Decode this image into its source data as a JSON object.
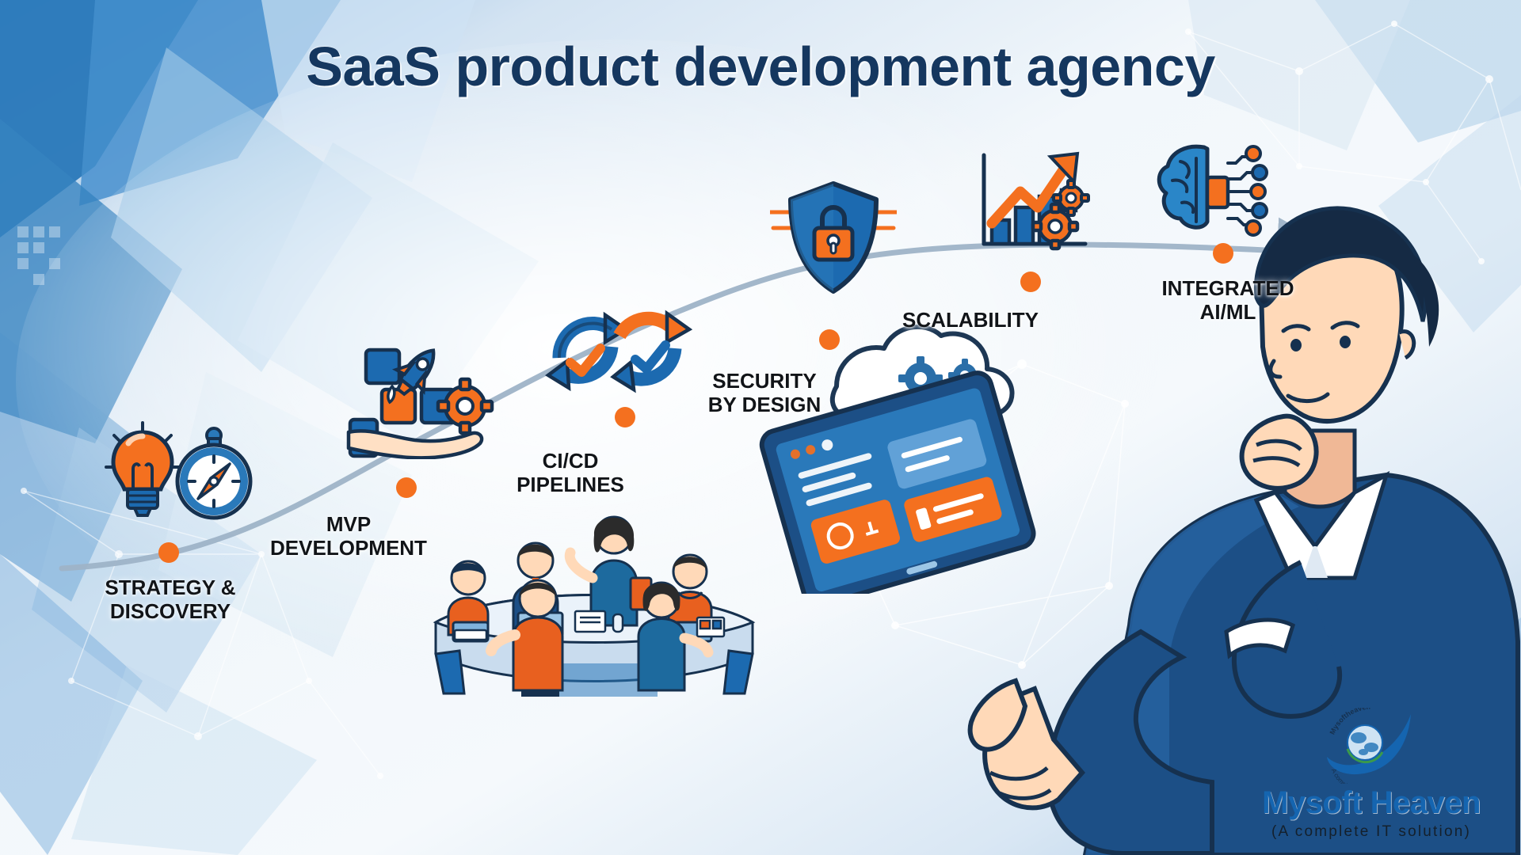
{
  "title": "SaaS product development agency",
  "colors": {
    "title_navy": "#15375f",
    "accent_orange": "#f4701f",
    "brand_blue": "#1565b0",
    "deep_blue": "#1c4f86",
    "curve_grey": "#9fb4c8",
    "label_black": "#111418"
  },
  "curve": {
    "description": "ascending growth curve with arrowhead",
    "arrow": "arrow-right"
  },
  "steps": [
    {
      "id": "strategy-discovery",
      "label": "STRATEGY &\nDISCOVERY",
      "icon": "lightbulb-compass-icon",
      "dot": "milestone-dot",
      "order": 1
    },
    {
      "id": "mvp-development",
      "label": "MVP\nDEVELOPMENT",
      "icon": "rocket-hand-blocks-icon",
      "dot": "milestone-dot",
      "order": 2
    },
    {
      "id": "cicd-pipelines",
      "label": "CI/CD\nPIPELINES",
      "icon": "cicd-arrows-check-icon",
      "dot": "milestone-dot",
      "order": 3
    },
    {
      "id": "security-by-design",
      "label": "SECURITY\nBY DESIGN",
      "icon": "shield-lock-icon",
      "dot": "milestone-dot",
      "order": 4
    },
    {
      "id": "scalability",
      "label": "SCALABILITY",
      "icon": "growth-chart-gears-icon",
      "dot": "milestone-dot",
      "order": 5
    },
    {
      "id": "integrated-ai-ml",
      "label": "INTEGRATED\nAI/ML",
      "icon": "brain-circuit-icon",
      "dot": "milestone-dot",
      "order": 6
    }
  ],
  "illustrations": {
    "team_meeting": "team-collaboration-illustration",
    "businessman": "businessman-with-tablet-illustration",
    "tablet_cloud": "cloud-gears-tablet-illustration"
  },
  "logo": {
    "name": "Mysoft Heaven",
    "tagline": "(A complete IT solution)",
    "emblem_top_text": "Mysoftheaven",
    "emblem_bottom_text": "A complete IT solution",
    "emblem": "globe-swoosh-logo-icon"
  }
}
